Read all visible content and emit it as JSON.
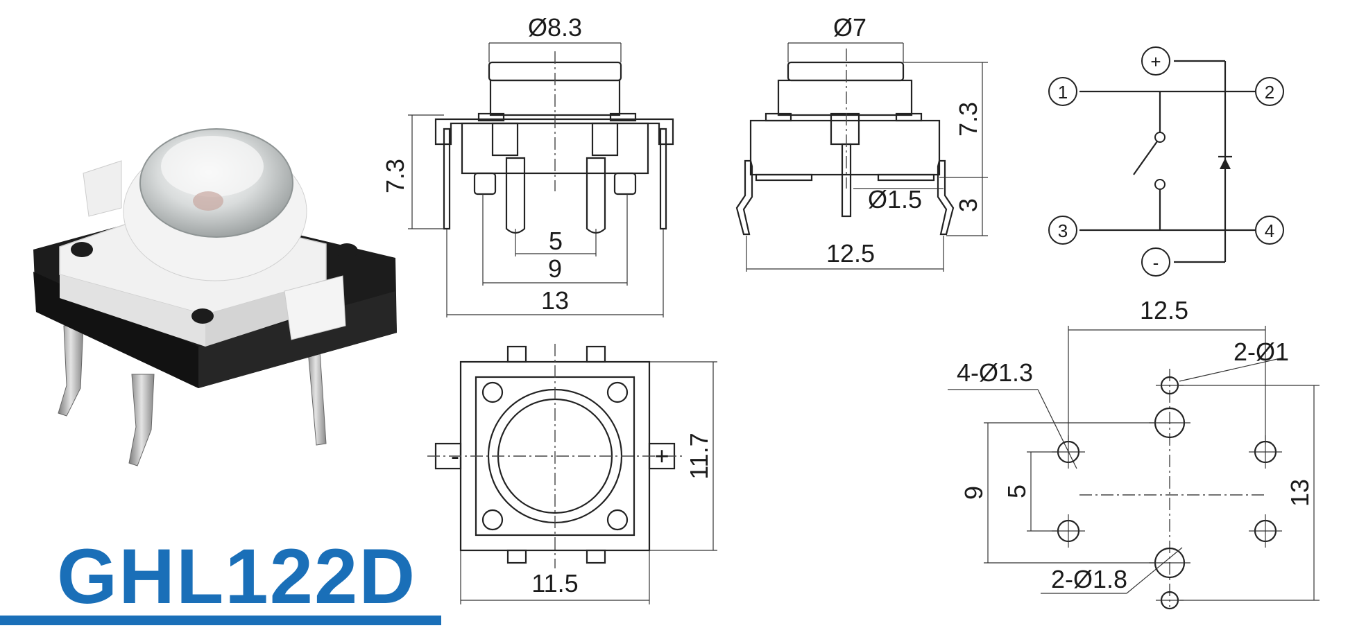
{
  "product": {
    "model": "GHL122D",
    "brand_color": "#1a6fb8"
  },
  "front_view": {
    "cap_diameter": "Ø8.3",
    "height": "7.3",
    "pitch_inner": "5",
    "pitch_outer": "9",
    "body_width": "13"
  },
  "side_view": {
    "cap_diameter": "Ø7",
    "height": "7.3",
    "lead_diameter": "Ø1.5",
    "pin_length": "3",
    "width": "12.5"
  },
  "top_view": {
    "body_height": "11.7",
    "body_width": "11.5",
    "minus_mark": "-",
    "plus_mark": "+"
  },
  "schematic": {
    "pin_1": "1",
    "pin_2": "2",
    "pin_3": "3",
    "pin_4": "4",
    "anode": "+",
    "cathode": "-"
  },
  "pcb_footprint": {
    "pitch_x": "12.5",
    "pitch_y": "13",
    "pitch_a": "9",
    "pitch_b": "5",
    "led_holes": "2-Ø1",
    "switch_holes": "4-Ø1.3",
    "mount_holes": "2-Ø1.8"
  },
  "icons": [
    "product-photo",
    "switch-symbol",
    "diode-symbol"
  ]
}
